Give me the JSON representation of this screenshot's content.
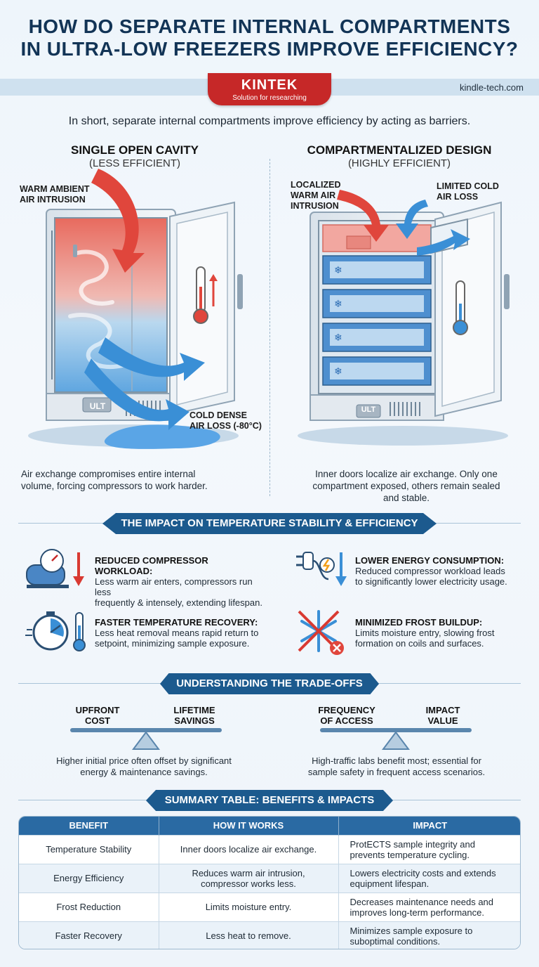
{
  "header": {
    "title_line1": "HOW DO SEPARATE INTERNAL COMPARTMENTS",
    "title_line2": "IN ULTRA-LOW FREEZERS IMPROVE EFFICIENCY?",
    "brand_name": "KINTEK",
    "brand_tagline": "Solution for researching",
    "website": "kindle-tech.com"
  },
  "intro": "In short, separate internal compartments improve efficiency by acting as barriers.",
  "left_panel": {
    "title": "SINGLE OPEN CAVITY",
    "subtitle": "(LESS EFFICIENT)",
    "label_warm_1": "WARM AMBIENT",
    "label_warm_2": "AIR INTRUSION",
    "label_cold_1": "COLD DENSE",
    "label_cold_2": "AIR LOSS (-80°C)",
    "badge": "ULT",
    "caption_1": "Air exchange compromises entire internal",
    "caption_2": "volume, forcing compressors to work harder."
  },
  "right_panel": {
    "title": "COMPARTMENTALIZED DESIGN",
    "subtitle": "(HIGHLY EFFICIENT)",
    "label_warm_1": "LOCALIZED",
    "label_warm_2": "WARM AIR",
    "label_warm_3": "INTRUSION",
    "label_cold_1": "LIMITED COLD",
    "label_cold_2": "AIR LOSS",
    "badge": "ULT",
    "caption_1": "Inner doors localize air exchange. Only one",
    "caption_2": "compartment exposed, others remain sealed",
    "caption_3": "and stable."
  },
  "impact_section": {
    "banner": "THE IMPACT ON TEMPERATURE STABILITY & EFFICIENCY",
    "items": [
      {
        "title": "REDUCED COMPRESSOR WORKLOAD:",
        "line1": "Less warm air enters, compressors run less",
        "line2": "frequently & intensely, extending lifespan.",
        "icon": "compressor-gauge-icon"
      },
      {
        "title": "LOWER ENERGY CONSUMPTION:",
        "line1": "Reduced compressor workload leads",
        "line2": "to significantly lower electricity usage.",
        "icon": "power-plug-icon"
      },
      {
        "title": "FASTER TEMPERATURE RECOVERY:",
        "line1": "Less heat removal means rapid return to",
        "line2": "setpoint, minimizing sample exposure.",
        "icon": "stopwatch-thermometer-icon"
      },
      {
        "title": "MINIMIZED FROST BUILDUP:",
        "line1": "Limits moisture entry, slowing frost",
        "line2": "formation on coils and surfaces.",
        "icon": "no-frost-icon"
      }
    ]
  },
  "tradeoffs_section": {
    "banner": "UNDERSTANDING THE TRADE-OFFS",
    "left": {
      "a1": "UPFRONT",
      "a2": "COST",
      "b1": "LIFETIME",
      "b2": "SAVINGS",
      "cap1": "Higher initial price often offset by significant",
      "cap2": "energy & maintenance savings."
    },
    "right": {
      "a1": "FREQUENCY",
      "a2": "OF ACCESS",
      "b1": "IMPACT",
      "b2": "VALUE",
      "cap1": "High-traffic labs benefit most; essential for",
      "cap2": "sample safety in frequent access scenarios."
    }
  },
  "summary_section": {
    "banner": "SUMMARY TABLE: BENEFITS & IMPACTS",
    "headers": [
      "BENEFIT",
      "HOW IT WORKS",
      "IMPACT"
    ],
    "rows": [
      {
        "benefit": "Temperature Stability",
        "how1": "Inner doors localize air exchange.",
        "how2": "",
        "impact1": "ProtECTS sample integrity and",
        "impact2": "prevents temperature cycling."
      },
      {
        "benefit": "Energy Efficiency",
        "how1": "Reduces warm air intrusion,",
        "how2": "compressor works less.",
        "impact1": "Lowers electricity costs and extends",
        "impact2": "equipment lifespan."
      },
      {
        "benefit": "Frost Reduction",
        "how1": "Limits moisture entry.",
        "how2": "",
        "impact1": "Decreases maintenance needs and",
        "impact2": "improves long-term performance."
      },
      {
        "benefit": "Faster Recovery",
        "how1": "Less heat to remove.",
        "how2": "",
        "impact1": "Minimizes sample exposure to",
        "impact2": "suboptimal conditions."
      }
    ]
  },
  "colors": {
    "navy": "#123456",
    "brand_red": "#c62828",
    "banner_blue": "#1c5a8e",
    "warm_red": "#e0463c",
    "cold_blue": "#3a8fd6"
  }
}
